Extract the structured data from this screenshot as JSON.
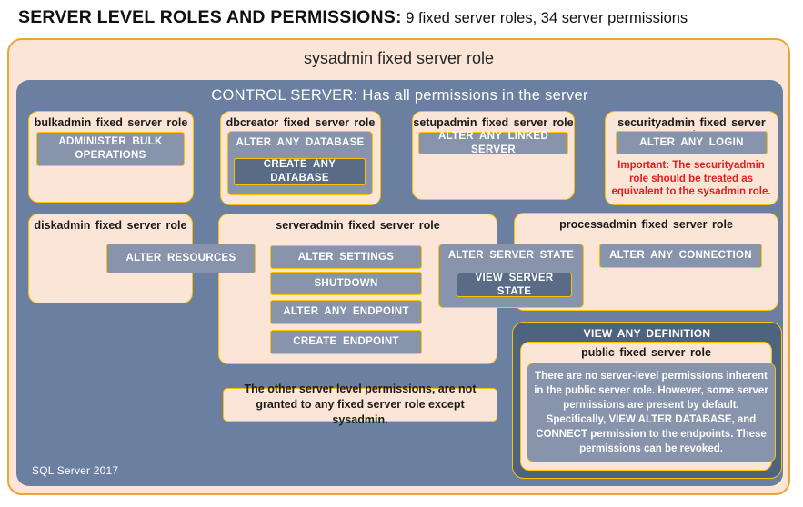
{
  "header": {
    "title": "SERVER LEVEL ROLES AND PERMISSIONS:",
    "subtitle": " 9 fixed server roles, 34 server permissions"
  },
  "footer": {
    "version": "SQL Server 2017"
  },
  "sysadmin": {
    "title": "sysadmin fixed server role"
  },
  "control_server": {
    "title": "CONTROL SERVER: Has all permissions in the server"
  },
  "roles": {
    "bulkadmin": {
      "title": "bulkadmin fixed server role",
      "permission": "ADMINISTER BULK OPERATIONS"
    },
    "dbcreator": {
      "title": "dbcreator fixed server role",
      "permission": "ALTER ANY DATABASE",
      "nested_permission": "CREATE ANY DATABASE"
    },
    "setupadmin": {
      "title": "setupadmin fixed server role",
      "permission": "ALTER ANY LINKED SERVER"
    },
    "securityadmin": {
      "title": "securityadmin fixed server role",
      "permission": "ALTER ANY LOGIN",
      "warning": "Important: The securityadmin role should be treated as equivalent to the sysadmin role."
    },
    "diskadmin": {
      "title": "diskadmin fixed server role",
      "permission": "ALTER RESOURCES"
    },
    "serveradmin": {
      "title": "serveradmin fixed server role",
      "permissions": [
        "ALTER SETTINGS",
        "SHUTDOWN",
        "ALTER ANY ENDPOINT",
        "CREATE ENDPOINT"
      ],
      "state_permission": "ALTER SERVER STATE",
      "state_nested_permission": "VIEW SERVER STATE"
    },
    "processadmin": {
      "title": "processadmin fixed server role",
      "permission": "ALTER ANY CONNECTION"
    },
    "public": {
      "header": "VIEW ANY DEFINITION",
      "title": "public fixed server role",
      "note": "There are no server-level permissions inherent in the public server role. However, some server permissions are present by default. Specifically, VIEW ALTER DATABASE, and CONNECT permission to the endpoints. These permissions can be revoked."
    }
  },
  "notes": {
    "other_permissions": "The other server level permissions, are not granted to any fixed server role except sysadmin."
  },
  "colors": {
    "canvas": "#ffffff",
    "peach": "#fbe5d6",
    "gold": "#ffc000",
    "outer_border": "#eda437",
    "slate": "#6b80a0",
    "slate_light": "#8894ab",
    "slate_dark": "#5a6b85",
    "navy": "#4d6480",
    "warning_red": "#e02020",
    "text_dark": "#1a1a1a",
    "text_light": "#ffffff"
  }
}
